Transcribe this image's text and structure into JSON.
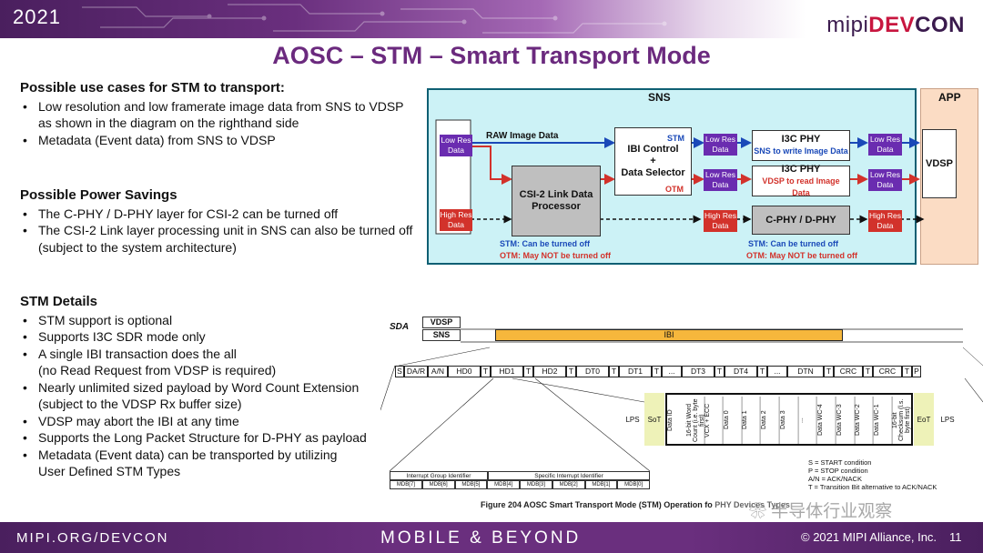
{
  "header": {
    "year": "2021",
    "logo_mipi": "mipi",
    "logo_dev": "DEV",
    "logo_con": "CON"
  },
  "title": "AOSC – STM – Smart Transport Mode",
  "sections": [
    {
      "heading": "Possible use cases for STM to transport:",
      "items": [
        [
          "Low resolution and low framerate image data from SNS to VDSP",
          "as shown in the diagram on the righthand side"
        ],
        [
          "Metadata (Event data) from SNS to VDSP"
        ]
      ]
    },
    {
      "heading": "Possible Power Savings",
      "items": [
        [
          "The C-PHY / D-PHY layer for CSI-2 can be turned off"
        ],
        [
          "The CSI-2 Link layer processing unit in SNS can also be turned off",
          " (subject to the system architecture)"
        ]
      ]
    },
    {
      "heading": "STM Details",
      "items": [
        [
          "STM support is optional"
        ],
        [
          "Supports I3C SDR mode only"
        ],
        [
          "A single IBI transaction does the all",
          " (no Read Request from VDSP is required)"
        ],
        [
          "Nearly unlimited sized payload by Word Count Extension",
          " (subject to the VDSP Rx buffer size)"
        ],
        [
          "VDSP may abort the IBI at any time"
        ],
        [
          "Supports the Long Packet Structure for D-PHY as payload"
        ],
        [
          "Metadata (Event data) can be transported by utilizing",
          "User Defined STM Types"
        ]
      ]
    }
  ],
  "diagram": {
    "sns": "SNS",
    "app": "APP",
    "low_res_data": "Low Res Data",
    "high_res_data": "High Res Data",
    "raw_image_data": "RAW Image Data",
    "ibi_control": "IBI Control",
    "plus": "+",
    "data_selector": "Data Selector",
    "stm": "STM",
    "otm": "OTM",
    "csi2": "CSI-2 Link Data Processor",
    "i3c_phy": "I3C PHY",
    "sns_write": "SNS to write Image Data",
    "vdsp_read": "VDSP to read Image Data",
    "cdphy": "C-PHY / D-PHY",
    "vdsp": "VDSP",
    "stm_off": "STM: Can be turned off",
    "otm_not_off": "OTM: May NOT be turned off"
  },
  "timing": {
    "sda": "SDA",
    "vdsp": "VDSP",
    "sns": "SNS",
    "ibi": "IBI",
    "fields": [
      "S",
      "DA/R",
      "A/N",
      "HD0",
      "T",
      "HD1",
      "T",
      "HD2",
      "T",
      "DT0",
      "T",
      "DT1",
      "T",
      "...",
      "DT3",
      "T",
      "DT4",
      "T",
      "...",
      "DTN",
      "T",
      "CRC",
      "T",
      "CRC",
      "T",
      "P"
    ],
    "lps": "LPS",
    "sot": "SoT",
    "eot": "EoT",
    "packet": [
      "Data ID",
      "16-bit Word Count (i.e. byte first)",
      "VCX + ECC",
      "Data 0",
      "Data 1",
      "Data 2",
      "Data 3",
      "...",
      "Data WC-4",
      "Data WC-3",
      "Data WC-2",
      "Data WC-1",
      "16-bit Checksum (l.s. byte first)"
    ],
    "interrupt_group": "Interrupt Group Identifier",
    "specific_interrupt": "Specific Interrupt Identifier",
    "mdb": [
      "MDB[7]",
      "MDB[6]",
      "MDB[5]",
      "MDB[4]",
      "MDB[3]",
      "MDB[2]",
      "MDB[1]",
      "MDB[0]"
    ],
    "legend": [
      "S = START condition",
      "P = STOP condition",
      "A/N = ACK/NACK",
      "T = Transition Bit alternative to ACK/NACK"
    ],
    "caption": "Figure 204 AOSC Smart Transport Mode (STM) Operation fo",
    "caption_tail": "PHY Devices Types",
    "watermark": "半导体行业观察"
  },
  "footer": {
    "left": "MIPI.ORG/DEVCON",
    "mid": "MOBILE & BEYOND",
    "copyright": "© 2021 MIPI Alliance, Inc.",
    "page": "11"
  }
}
